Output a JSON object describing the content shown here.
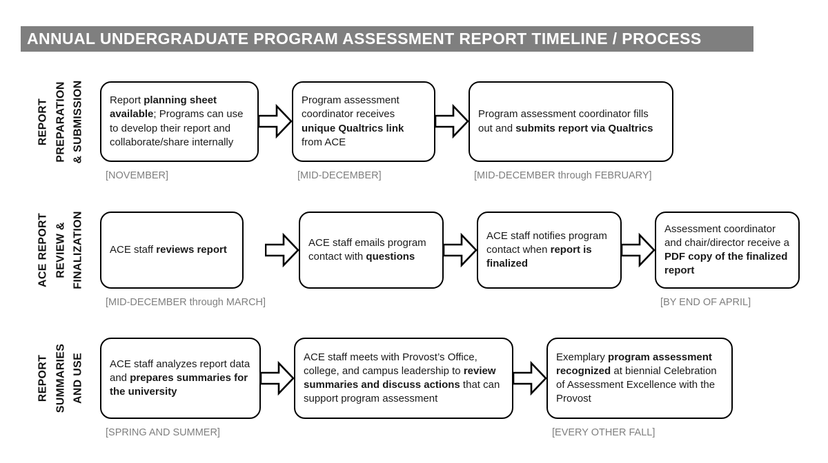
{
  "header": {
    "title": "ANNUAL UNDERGRADUATE PROGRAM ASSESSMENT REPORT TIMELINE / PROCESS"
  },
  "colors": {
    "header_bg": "#7f7f7f",
    "header_text": "#ffffff",
    "box_border": "#000000",
    "box_text": "#1a1a1a",
    "date_text": "#7f7f7f"
  },
  "rows": [
    {
      "label_lines": [
        "REPORT",
        "PREPARATION",
        "& SUBMISSION"
      ],
      "boxes": [
        {
          "segments": [
            {
              "text": "Report ",
              "bold": false
            },
            {
              "text": "planning sheet available",
              "bold": true
            },
            {
              "text": "; Programs can use to develop their report and collaborate/share internally",
              "bold": false
            }
          ],
          "date": "[NOVEMBER]"
        },
        {
          "segments": [
            {
              "text": "Program assessment coordinator receives ",
              "bold": false
            },
            {
              "text": "unique Qualtrics link",
              "bold": true
            },
            {
              "text": " from ACE",
              "bold": false
            }
          ],
          "date": "[MID-DECEMBER]"
        },
        {
          "segments": [
            {
              "text": "Program assessment coordinator fills out and ",
              "bold": false
            },
            {
              "text": "submits report via Qualtrics",
              "bold": true
            }
          ],
          "date": "[MID-DECEMBER through FEBRUARY]"
        }
      ]
    },
    {
      "label_lines": [
        "ACE REPORT",
        "REVIEW &",
        "FINALIZATION"
      ],
      "boxes": [
        {
          "segments": [
            {
              "text": "ACE staff ",
              "bold": false
            },
            {
              "text": "reviews report",
              "bold": true
            }
          ],
          "date": "[MID-DECEMBER through MARCH]"
        },
        {
          "segments": [
            {
              "text": "ACE staff emails program contact with ",
              "bold": false
            },
            {
              "text": "questions",
              "bold": true
            }
          ],
          "date": ""
        },
        {
          "segments": [
            {
              "text": "ACE staff notifies program contact when ",
              "bold": false
            },
            {
              "text": "report is finalized",
              "bold": true
            }
          ],
          "date": ""
        },
        {
          "segments": [
            {
              "text": "Assessment coordinator and chair/director receive a ",
              "bold": false
            },
            {
              "text": "PDF copy of the finalized report",
              "bold": true
            }
          ],
          "date": "[BY END OF APRIL]"
        }
      ]
    },
    {
      "label_lines": [
        "REPORT",
        "SUMMARIES",
        "AND USE"
      ],
      "boxes": [
        {
          "segments": [
            {
              "text": "ACE staff analyzes report data and ",
              "bold": false
            },
            {
              "text": "prepares summaries for the university",
              "bold": true
            }
          ],
          "date": "[SPRING AND SUMMER]"
        },
        {
          "segments": [
            {
              "text": "ACE staff meets with Provost’s Office, college, and campus leadership to ",
              "bold": false
            },
            {
              "text": "review summaries and discuss actions",
              "bold": true
            },
            {
              "text": " that can support program assessment",
              "bold": false
            }
          ],
          "date": ""
        },
        {
          "segments": [
            {
              "text": "Exemplary ",
              "bold": false
            },
            {
              "text": "program assessment recognized",
              "bold": true
            },
            {
              "text": " at biennial Celebration of Assessment Excellence with the Provost",
              "bold": false
            }
          ],
          "date": "[EVERY OTHER FALL]"
        }
      ]
    }
  ]
}
